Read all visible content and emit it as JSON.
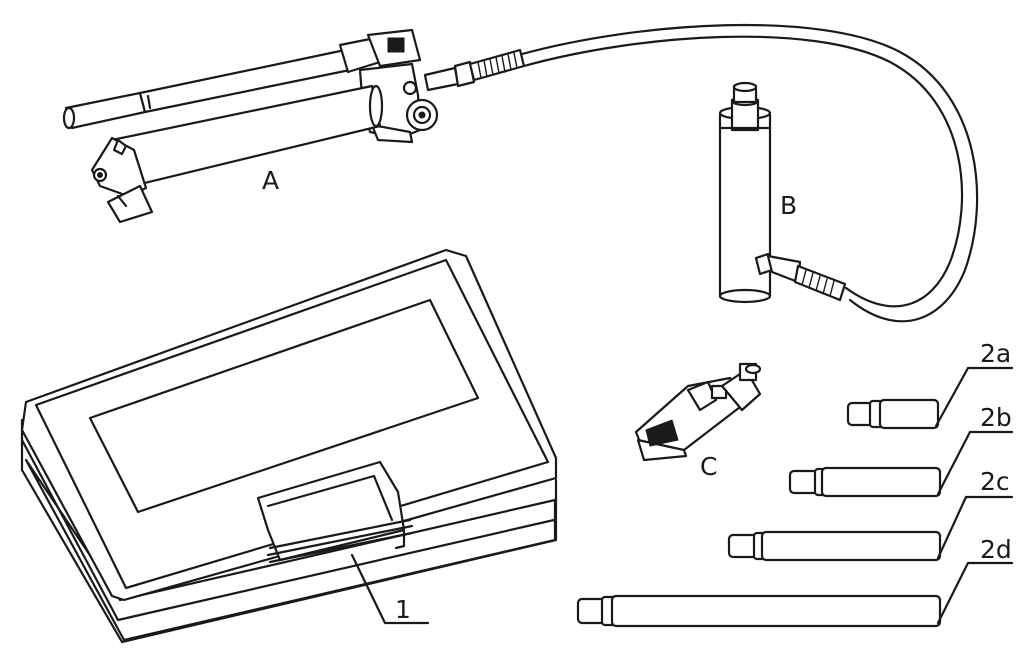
{
  "labels": {
    "pump": "A",
    "ram": "B",
    "wedge": "C",
    "case": "1",
    "ext_a": "2a",
    "ext_b": "2b",
    "ext_c": "2c",
    "ext_d": "2d"
  },
  "colors": {
    "line": "#1a1a1a",
    "background": "#ffffff"
  }
}
